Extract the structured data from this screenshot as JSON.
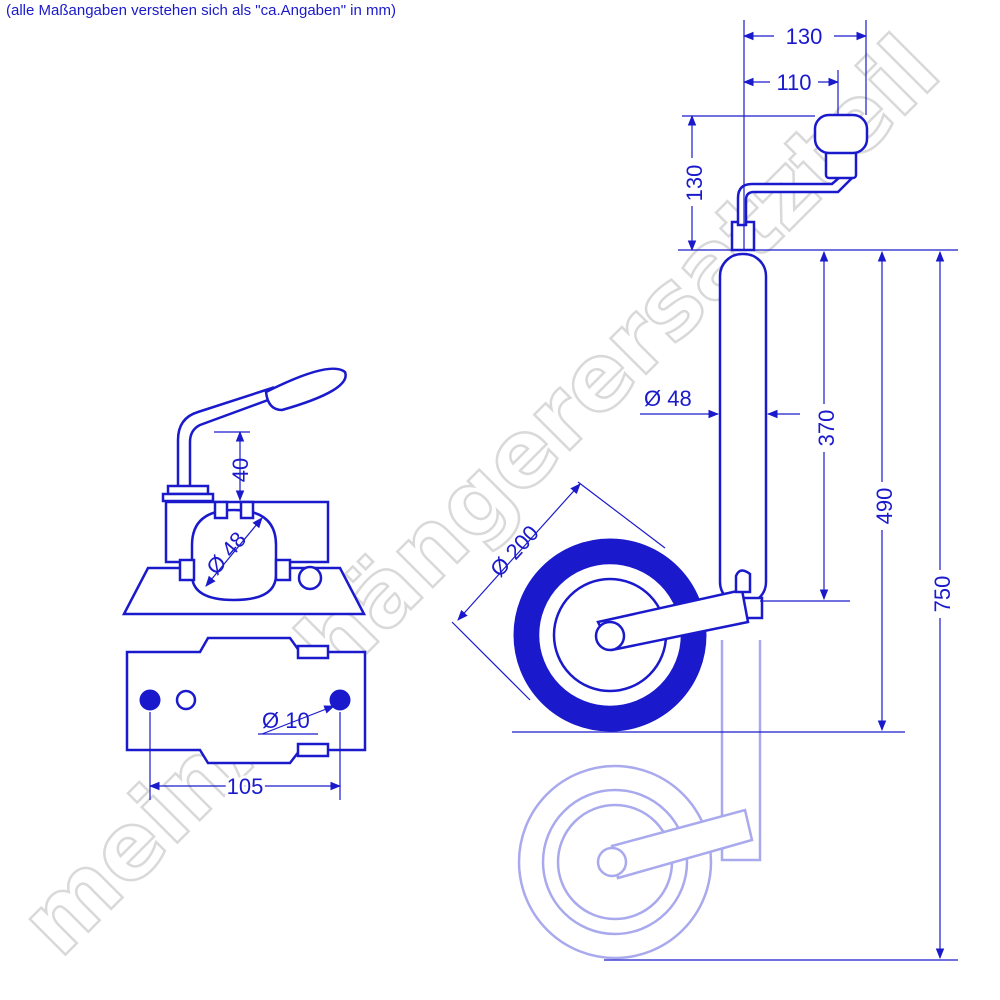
{
  "note": "(alle Maßangaben verstehen sich als \"ca.Angaben\" in mm)",
  "watermark": "meinAnhängerersatzteil",
  "colors": {
    "line": "#1a1acc",
    "ghost": "#a9a9ee",
    "watermark": "#d9d9d9"
  },
  "clamp": {
    "dim_height": "40",
    "dim_bore": "Ø 48",
    "dim_hole": "Ø 10",
    "dim_spacing": "105"
  },
  "jack": {
    "dim_crank_outer": "130",
    "dim_crank_inner": "110",
    "dim_crank_height": "130",
    "dim_tube": "Ø 48",
    "dim_wheel": "Ø 200",
    "dim_370": "370",
    "dim_490": "490",
    "dim_750": "750"
  }
}
